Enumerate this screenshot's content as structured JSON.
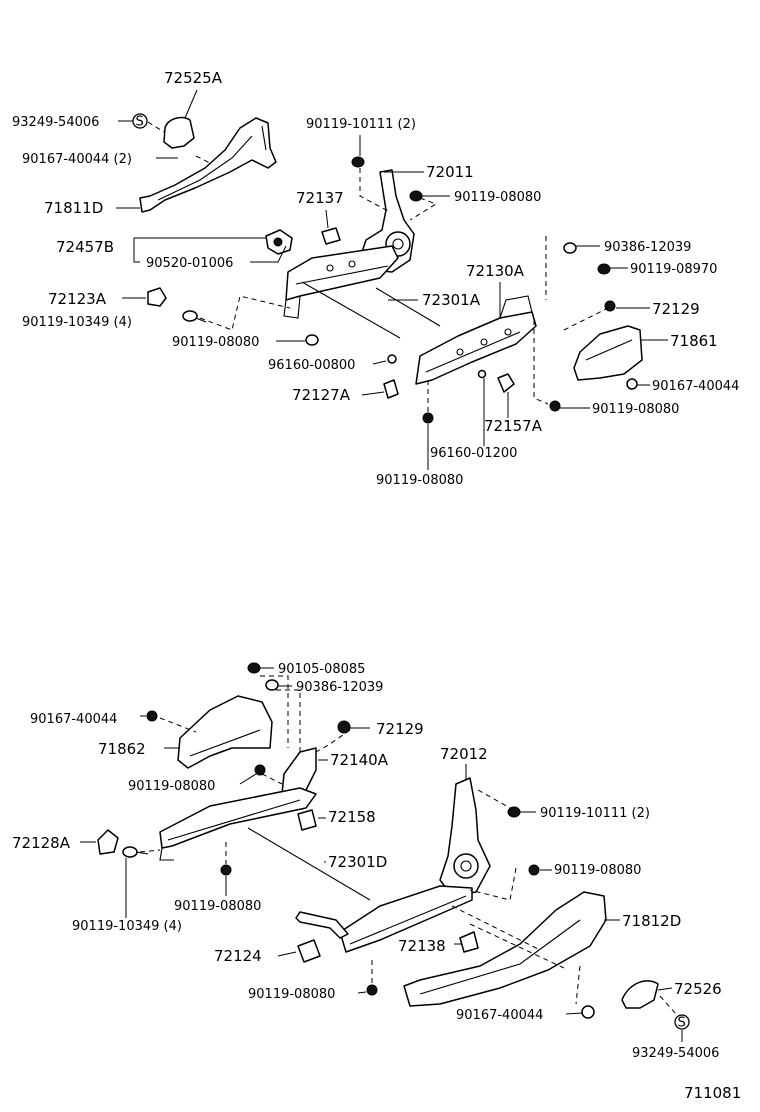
{
  "diagram_id": "711081",
  "top_group": {
    "labels": {
      "p72525A": "72525A",
      "p93249_54006": "93249-54006",
      "p90167_40044_2": "90167-40044 (2)",
      "p71811D": "71811D",
      "p72457B": "72457B",
      "p90520_01006": "90520-01006",
      "p72123A": "72123A",
      "p90119_10349_4": "90119-10349 (4)",
      "p90119_08080_a": "90119-08080",
      "p96160_00800": "96160-00800",
      "p72127A": "72127A",
      "p90119_10111_2": "90119-10111 (2)",
      "p72011": "72011",
      "p90119_08080_b": "90119-08080",
      "p72137": "72137",
      "p72301A": "72301A",
      "p72130A": "72130A",
      "p90386_12039": "90386-12039",
      "p90119_08970": "90119-08970",
      "p72129": "72129",
      "p71861": "71861",
      "p90167_40044": "90167-40044",
      "p90119_08080_c": "90119-08080",
      "p72157A": "72157A",
      "p96160_01200": "96160-01200",
      "p90119_08080_d": "90119-08080"
    }
  },
  "bottom_group": {
    "labels": {
      "p90105_08085": "90105-08085",
      "p90386_12039": "90386-12039",
      "p90167_40044_a": "90167-40044",
      "p71862": "71862",
      "p90119_08080_a": "90119-08080",
      "p72129": "72129",
      "p72140A": "72140A",
      "p72012": "72012",
      "p90119_10111_2": "90119-10111 (2)",
      "p72158": "72158",
      "p72128A": "72128A",
      "p72301D": "72301D",
      "p90119_08080_b": "90119-08080",
      "p90119_08080_c": "90119-08080",
      "p90119_10349_4": "90119-10349 (4)",
      "p71812D": "71812D",
      "p72138": "72138",
      "p72124": "72124",
      "p90119_08080_d": "90119-08080",
      "p72526": "72526",
      "p90167_40044_b": "90167-40044",
      "p93249_54006": "93249-54006"
    }
  }
}
